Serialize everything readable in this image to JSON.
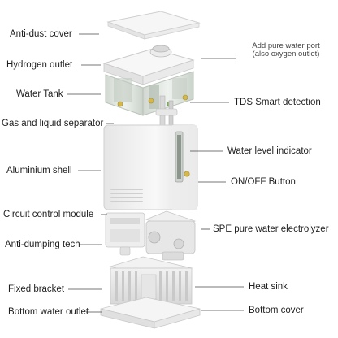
{
  "labels": {
    "anti_dust_cover": "Anti-dust cover",
    "hydrogen_outlet": "Hydrogen outlet",
    "water_tank": "Water Tank",
    "gas_liquid_separator": "Gas and liquid separator",
    "aluminium_shell": "Aluminium shell",
    "circuit_control_module": "Circuit control module",
    "anti_dumping_tech": "Anti-dumping tech",
    "fixed_bracket": "Fixed bracket",
    "bottom_water_outlet": "Bottom water outlet",
    "add_pure_water_port_line1": "Add pure water port",
    "add_pure_water_port_line2": "(also oxygen outlet)",
    "tds_smart_detection": "TDS Smart detection",
    "water_level_indicator": "Water level indicator",
    "on_off_button": "ON/OFF Button",
    "spe_electrolyzer": "SPE pure water electrolyzer",
    "heat_sink": "Heat sink",
    "bottom_cover": "Bottom cover"
  },
  "colors": {
    "leader_line": "#4a4a4a",
    "tank_green": "#8fbf6a",
    "brass_fitting": "#d4b94a",
    "shell_white": "#f4f4f4"
  }
}
